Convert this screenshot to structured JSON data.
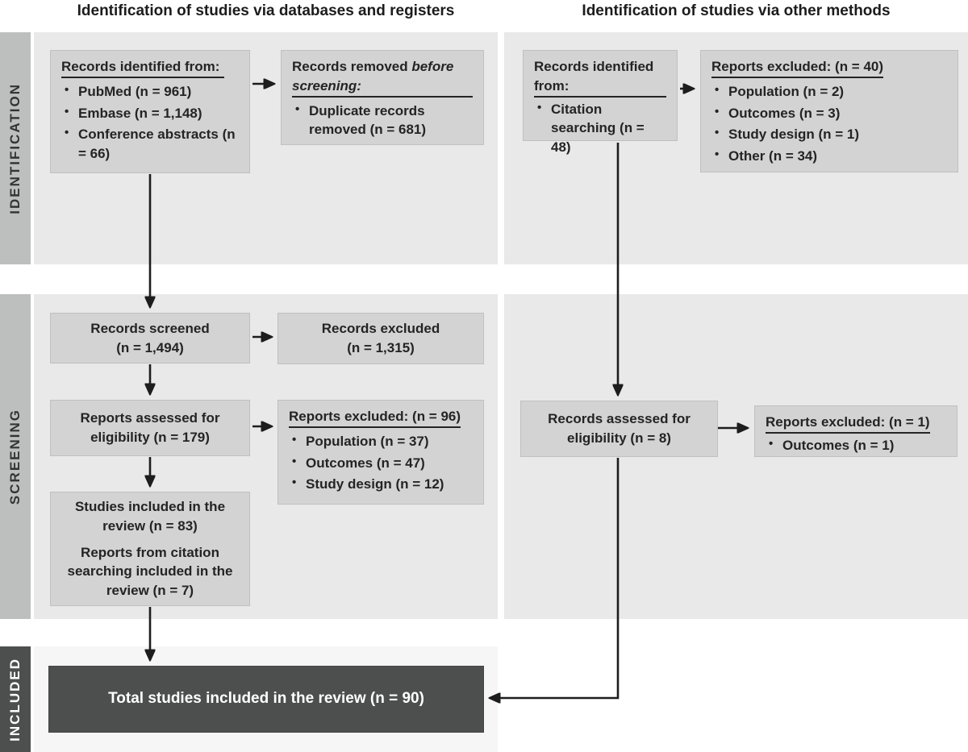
{
  "titles": {
    "left": "Identification of studies via databases and registers",
    "right": "Identification of studies via other methods"
  },
  "sidebar": {
    "identification": "IDENTIFICATION",
    "screening": "SCREENING",
    "included": "INCLUDED"
  },
  "colors": {
    "panel_gray": "#e8e9e8",
    "included_panel": "#f5f6f5",
    "box_fill": "#d2d3d2",
    "sidebar_strip": "#bdbfbf",
    "dark_fill": "#4d4f4f",
    "arrow": "#1d1d1d",
    "text": "#242424"
  },
  "boxes": {
    "records_identified_db": {
      "title": "Records identified from:",
      "bullets": [
        "PubMed (n = 961)",
        "Embase (n = 1,148)",
        "Conference abstracts (n = 66)"
      ]
    },
    "records_removed": {
      "title_l1_plain": "Records removed ",
      "title_l1_italic": "before",
      "title_l2_italic": "screening:",
      "bullets": [
        "Duplicate records removed (n = 681)"
      ]
    },
    "records_screened": {
      "line1": "Records screened",
      "line2": "(n = 1,494)"
    },
    "records_excluded": {
      "line1": "Records excluded",
      "line2": "(n = 1,315)"
    },
    "reports_assessed": {
      "line1": "Reports assessed for",
      "line2": "eligibility (n = 179)"
    },
    "reports_excluded_96": {
      "title": "Reports excluded: (n = 96)",
      "bullets": [
        "Population (n = 37)",
        "Outcomes (n = 47)",
        "Study design (n = 12)"
      ]
    },
    "studies_included": {
      "para1": "Studies included in the review (n = 83)",
      "para2": "Reports from citation searching included in the review (n = 7)"
    },
    "total_included": {
      "label": "Total studies included in the review (n = 90)"
    },
    "records_identified_other": {
      "title_l1": "Records identified",
      "title_l2": "from:",
      "bullets": [
        "Citation searching (n = 48)"
      ]
    },
    "reports_excluded_40": {
      "title": "Reports excluded: (n = 40)",
      "bullets": [
        "Population (n = 2)",
        "Outcomes (n = 3)",
        "Study design (n = 1)",
        "Other (n = 34)"
      ]
    },
    "records_assessed_8": {
      "line1": "Records assessed for",
      "line2": "eligibility (n = 8)"
    },
    "reports_excluded_1": {
      "title": "Reports excluded: (n = 1)",
      "bullets": [
        "Outcomes (n = 1)"
      ]
    }
  }
}
